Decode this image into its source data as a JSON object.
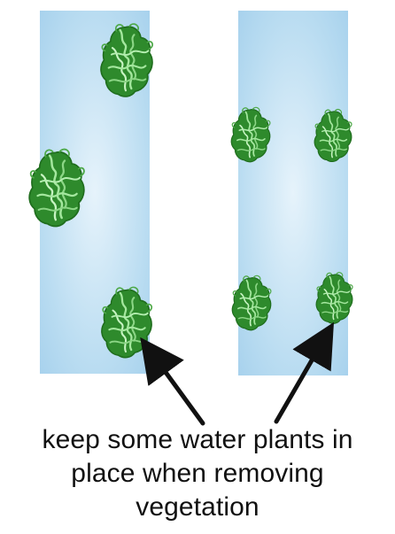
{
  "caption": {
    "lines": [
      "keep some water plants in",
      "place when removing",
      "vegetation"
    ]
  },
  "colors": {
    "water_light": "#e4f2fa",
    "water_dark": "#a9d3ee",
    "plant_dark": "#2e8a2c",
    "plant_mid": "#3fa63a",
    "plant_light": "#9fe09a",
    "arrow": "#111111"
  }
}
